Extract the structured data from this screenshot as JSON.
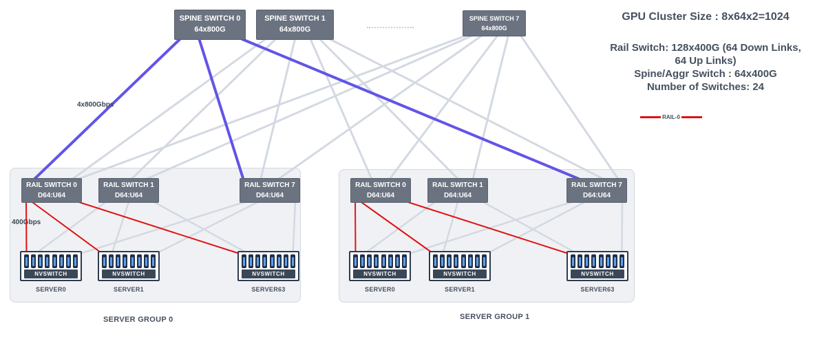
{
  "info": {
    "title": "GPU Cluster Size : 8x64x2=1024",
    "lines": [
      "Rail Switch: 128x400G (64 Down Links,",
      "64 Up Links)",
      "Spine/Aggr Switch : 64x400G",
      "Number of Switches: 24"
    ]
  },
  "legend": {
    "label": "RAIL-0"
  },
  "edge_labels": {
    "spine_link": "4x800Gbps",
    "rail_link": "400Gbps"
  },
  "spine_switches": [
    {
      "id": "spine0",
      "name": "SPINE SWITCH 0",
      "capacity": "64x800G"
    },
    {
      "id": "spine1",
      "name": "SPINE SWITCH 1",
      "capacity": "64x800G"
    },
    {
      "id": "spine7",
      "name": "SPINE SWITCH 7",
      "capacity": "64x800G"
    }
  ],
  "groups": [
    {
      "id": "g0",
      "label": "SERVER GROUP 0",
      "rail_switches": [
        {
          "id": "g0-rail0",
          "name": "RAIL SWITCH 0",
          "ports": "D64:U64"
        },
        {
          "id": "g0-rail1",
          "name": "RAIL SWITCH 1",
          "ports": "D64:U64"
        },
        {
          "id": "g0-rail7",
          "name": "RAIL SWITCH 7",
          "ports": "D64:U64"
        }
      ],
      "servers": [
        {
          "id": "g0-server0",
          "label": "SERVER0",
          "nvswitch": "NVSWITCH"
        },
        {
          "id": "g0-server1",
          "label": "SERVER1",
          "nvswitch": "NVSWITCH"
        },
        {
          "id": "g0-server63",
          "label": "SERVER63",
          "nvswitch": "NVSWITCH"
        }
      ]
    },
    {
      "id": "g1",
      "label": "SERVER GROUP 1",
      "rail_switches": [
        {
          "id": "g1-rail0",
          "name": "RAIL SWITCH 0",
          "ports": "D64:U64"
        },
        {
          "id": "g1-rail1",
          "name": "RAIL SWITCH 1",
          "ports": "D64:U64"
        },
        {
          "id": "g1-rail7",
          "name": "RAIL SWITCH 7",
          "ports": "D64:U64"
        }
      ],
      "servers": [
        {
          "id": "g1-server0",
          "label": "SERVER0",
          "nvswitch": "NVSWITCH"
        },
        {
          "id": "g1-server1",
          "label": "SERVER1",
          "nvswitch": "NVSWITCH"
        },
        {
          "id": "g1-server63",
          "label": "SERVER63",
          "nvswitch": "NVSWITCH"
        }
      ]
    }
  ],
  "gpu_slots_per_server": 8,
  "colors": {
    "spine0_link": "#6254e8",
    "spine_link": "#d3d9e2",
    "rail0_link": "#e01212",
    "rail_link": "#d3d9e2",
    "switch_box": "#6b7280",
    "text": "#45505f"
  },
  "connections": [
    {
      "from": "spine0",
      "to": "g0-rail0",
      "kind": "spine0_link",
      "sx": 0.08,
      "tx": 0.22
    },
    {
      "from": "spine0",
      "to": "g0-rail7",
      "kind": "spine0_link",
      "sx": 0.35,
      "tx": 0.06
    },
    {
      "from": "spine0",
      "to": "g1-rail7",
      "kind": "spine0_link",
      "sx": 0.95,
      "tx": 0.2
    },
    {
      "from": "spine1",
      "to": "g0-rail0",
      "kind": "spine_link",
      "sx": 0.12,
      "tx": 0.85
    },
    {
      "from": "spine1",
      "to": "g0-rail1",
      "kind": "spine_link",
      "sx": 0.25,
      "tx": 0.55
    },
    {
      "from": "spine1",
      "to": "g0-rail7",
      "kind": "spine_link",
      "sx": 0.5,
      "tx": 0.35
    },
    {
      "from": "spine1",
      "to": "g1-rail0",
      "kind": "spine_link",
      "sx": 0.7,
      "tx": 0.35
    },
    {
      "from": "spine1",
      "to": "g1-rail1",
      "kind": "spine_link",
      "sx": 0.82,
      "tx": 0.5
    },
    {
      "from": "spine1",
      "to": "g1-rail7",
      "kind": "spine_link",
      "sx": 0.95,
      "tx": 0.6
    },
    {
      "from": "spine7",
      "to": "g0-rail0",
      "kind": "spine_link",
      "sx": 0.05,
      "tx": 0.95
    },
    {
      "from": "spine7",
      "to": "g0-rail1",
      "kind": "spine_link",
      "sx": 0.15,
      "tx": 0.8
    },
    {
      "from": "spine7",
      "to": "g0-rail7",
      "kind": "spine_link",
      "sx": 0.3,
      "tx": 0.65
    },
    {
      "from": "spine7",
      "to": "g1-rail0",
      "kind": "spine_link",
      "sx": 0.55,
      "tx": 0.65
    },
    {
      "from": "spine7",
      "to": "g1-rail1",
      "kind": "spine_link",
      "sx": 0.72,
      "tx": 0.75
    },
    {
      "from": "spine7",
      "to": "g1-rail7",
      "kind": "spine_link",
      "sx": 0.92,
      "tx": 0.85
    },
    {
      "from": "g0-rail0",
      "to": "g0-server0-slot0",
      "kind": "rail0_link",
      "sx": 0.08
    },
    {
      "from": "g0-rail0",
      "to": "g0-server1-slot0",
      "kind": "rail0_link",
      "sx": 0.18
    },
    {
      "from": "g0-rail0",
      "to": "g0-server63-slot0",
      "kind": "rail0_link",
      "sx": 0.95
    },
    {
      "from": "g0-rail1",
      "to": "g0-server0-slot1",
      "kind": "rail_link",
      "sx": 0.12
    },
    {
      "from": "g0-rail1",
      "to": "g0-server1-slot1",
      "kind": "rail_link",
      "sx": 0.5
    },
    {
      "from": "g0-rail1",
      "to": "g0-server63-slot1",
      "kind": "rail_link",
      "sx": 0.92
    },
    {
      "from": "g0-rail7",
      "to": "g0-server0-slot7",
      "kind": "rail_link",
      "sx": 0.08
    },
    {
      "from": "g0-rail7",
      "to": "g0-server1-slot7",
      "kind": "rail_link",
      "sx": 0.3
    },
    {
      "from": "g0-rail7",
      "to": "g0-server63-slot7",
      "kind": "rail_link",
      "sx": 0.92
    },
    {
      "from": "g1-rail0",
      "to": "g1-server0-slot0",
      "kind": "rail0_link",
      "sx": 0.08
    },
    {
      "from": "g1-rail0",
      "to": "g1-server1-slot0",
      "kind": "rail0_link",
      "sx": 0.18
    },
    {
      "from": "g1-rail0",
      "to": "g1-server63-slot0",
      "kind": "rail0_link",
      "sx": 0.95
    },
    {
      "from": "g1-rail1",
      "to": "g1-server0-slot1",
      "kind": "rail_link",
      "sx": 0.12
    },
    {
      "from": "g1-rail1",
      "to": "g1-server1-slot1",
      "kind": "rail_link",
      "sx": 0.5
    },
    {
      "from": "g1-rail1",
      "to": "g1-server63-slot1",
      "kind": "rail_link",
      "sx": 0.92
    },
    {
      "from": "g1-rail7",
      "to": "g1-server0-slot7",
      "kind": "rail_link",
      "sx": 0.08
    },
    {
      "from": "g1-rail7",
      "to": "g1-server1-slot7",
      "kind": "rail_link",
      "sx": 0.3
    },
    {
      "from": "g1-rail7",
      "to": "g1-server63-slot7",
      "kind": "rail_link",
      "sx": 0.92
    }
  ]
}
